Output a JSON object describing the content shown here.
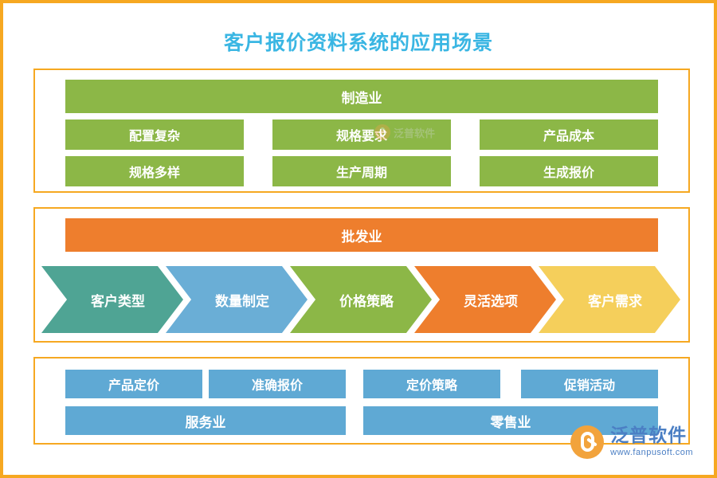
{
  "title": "客户报价资料系统的应用场景",
  "colors": {
    "frame": "#f6a821",
    "title": "#3ab6e3",
    "green": "#8cb747",
    "orange": "#ee7e2d",
    "blue": "#5fa9d4",
    "teal": "#4fa494",
    "lightblue": "#6aaed6",
    "yellow": "#f5cf5b",
    "brand": "#4b7fc4"
  },
  "sections": {
    "manufacturing": {
      "header": "制造业",
      "cells": [
        "配置复杂",
        "规格要求",
        "产品成本",
        "规格多样",
        "生产周期",
        "生成报价"
      ]
    },
    "wholesale": {
      "header": "批发业",
      "steps": [
        "客户类型",
        "数量制定",
        "价格策略",
        "灵活选项",
        "客户需求"
      ]
    },
    "retail": {
      "top": [
        "产品定价",
        "准确报价",
        "定价策略",
        "促销活动"
      ],
      "bottom": [
        "服务业",
        "零售业"
      ]
    }
  },
  "watermark": {
    "text": "泛普软件"
  },
  "brand": {
    "name": "泛普软件",
    "url": "www.fanpusoft.com"
  }
}
